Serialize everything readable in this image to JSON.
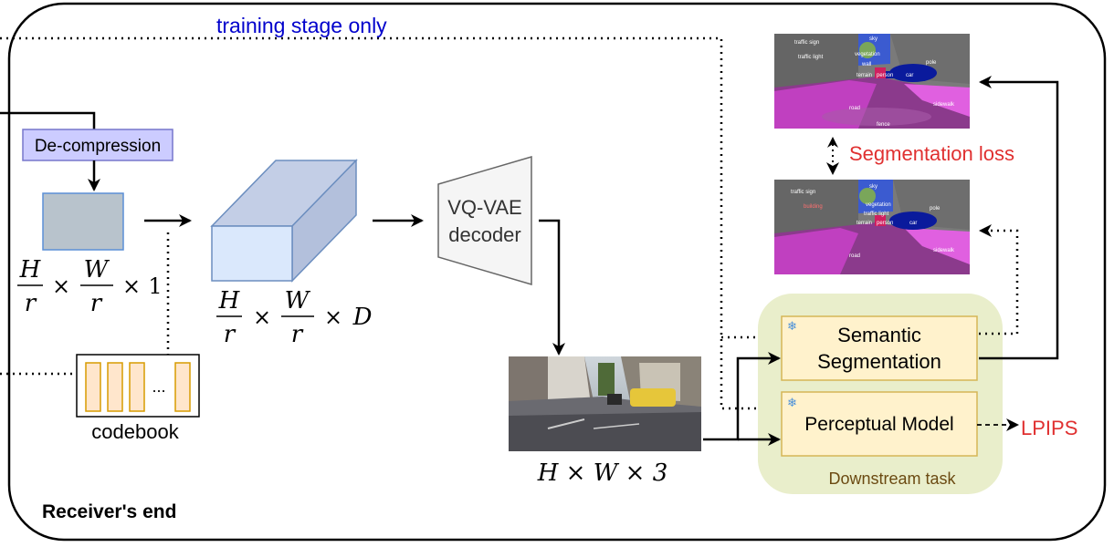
{
  "labels": {
    "training_stage": "training stage only",
    "decompression": "De-compression",
    "vqvae_line1": "VQ-VAE",
    "vqvae_line2": "decoder",
    "codebook": "codebook",
    "codebook_ellipsis": "...",
    "receivers_end": "Receiver's end",
    "segmentation_loss": "Segmentation loss",
    "semantic_line1": "Semantic",
    "semantic_line2": "Segmentation",
    "perceptual": "Perceptual Model",
    "lpips": "LPIPS",
    "downstream": "Downstream task",
    "seg_top_tags": [
      "traffic sign",
      "sky",
      "traffic light",
      "vegetation",
      "pole",
      "wall",
      "terrain",
      "person",
      "car",
      "road",
      "sidewalk",
      "fence"
    ],
    "seg_bottom_tags": [
      "traffic sign",
      "sky",
      "building",
      "vegetation",
      "traffic light",
      "terrain",
      "person",
      "car",
      "pole",
      "sidewalk",
      "road"
    ]
  },
  "math": {
    "H": "H",
    "W": "W",
    "r": "r",
    "D": "D",
    "times": "×",
    "one": "1",
    "three": "3",
    "hw3": "H × W × 3"
  },
  "colors": {
    "decompression_fill": "#ccccff",
    "decompression_stroke": "#7777cc",
    "latent_fill": "#b8c3cc",
    "latent_stroke": "#5b8fd6",
    "cube_front": "#dae8fc",
    "cube_top": "#c3cee6",
    "cube_side": "#b3c0dc",
    "cube_stroke": "#6c8ebf",
    "decoder_fill": "#f5f5f5",
    "decoder_stroke": "#666666",
    "codebook_fill": "#ffe6cc",
    "codebook_stroke": "#d79b00",
    "downstream_fill": "#e9eecb",
    "model_fill": "#fff2cc",
    "model_stroke": "#d6b656",
    "red": "#e03030",
    "blue": "#0000cc",
    "brown": "#6b4a12",
    "snowflake": "#4a90d9"
  },
  "icons": {
    "snowflake": "❄"
  }
}
